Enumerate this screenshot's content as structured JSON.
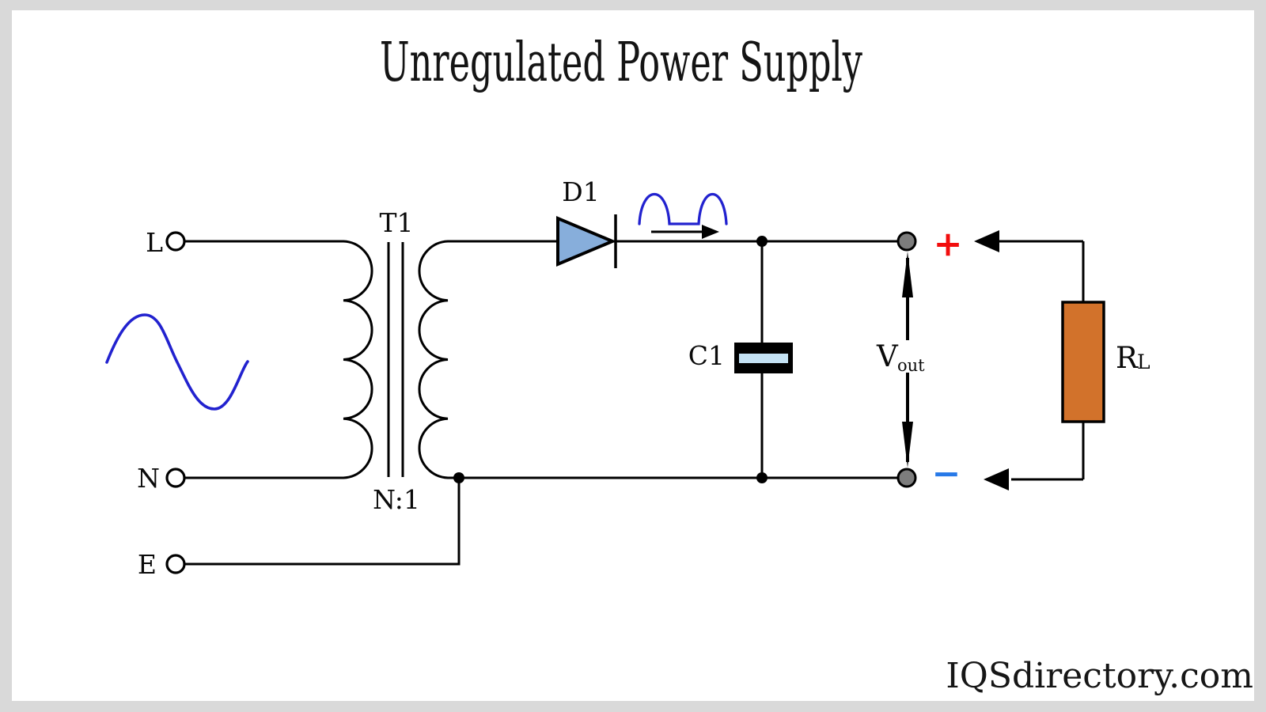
{
  "title": "Unregulated Power Supply",
  "watermark": "IQSdirectory.com",
  "colors": {
    "page-bg": "#d9d9d9",
    "canvas-bg": "#ffffff",
    "line": "#000000",
    "wave-blue": "#2222cf",
    "diode-fill": "#87aedb",
    "cap-band": "#c4e2f4",
    "resistor-fill": "#d2722b",
    "node-gray": "#7d7d7d",
    "plus-red": "#f20d0d",
    "minus-blue": "#2779e8"
  },
  "labels": {
    "live": "L",
    "neutral": "N",
    "earth": "E",
    "transformer": "T1",
    "ratio": "N:1",
    "diode": "D1",
    "capacitor": "C1",
    "vout_main": "V",
    "vout_sub": "out",
    "plus": "+",
    "minus": "−",
    "load_main": "R",
    "load_sub": "L"
  }
}
